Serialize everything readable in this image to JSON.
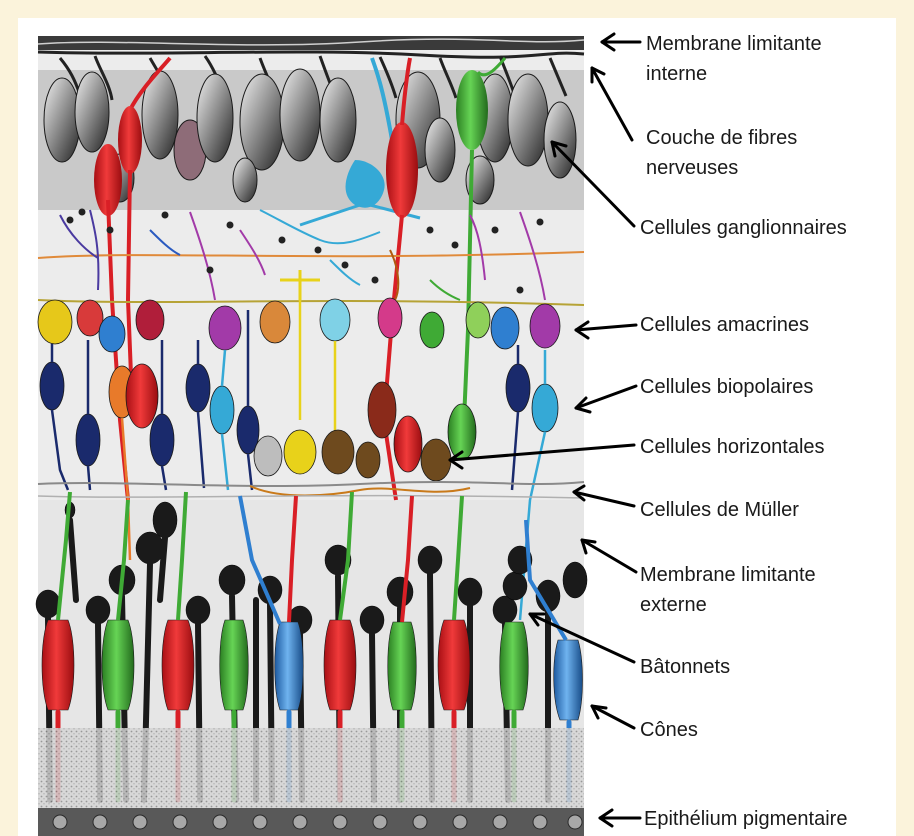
{
  "labels": {
    "l1": "Membrane limitante",
    "l1b": "interne",
    "l2": "Couche de fibres",
    "l2b": "nerveuses",
    "l3": "Cellules ganglionnaires",
    "l4": "Cellules amacrines",
    "l5": "Cellules biopolaires",
    "l6": "Cellules horizontales",
    "l7": "Cellules de Müller",
    "l8": "Membrane limitante",
    "l8b": "externe",
    "l9": "Bâtonnets",
    "l10": "Cônes",
    "l11": "Epithélium pigmentaire"
  },
  "colors": {
    "background": "#fbf3db",
    "red": "#d91f26",
    "green": "#3faa35",
    "blue": "#2f7fd0",
    "navy": "#1a2a6c",
    "purple": "#a23aa8",
    "cyan": "#35a9d6",
    "yellow": "#e8d21a",
    "brown": "#6e4a1e",
    "black": "#1a1a1a"
  }
}
